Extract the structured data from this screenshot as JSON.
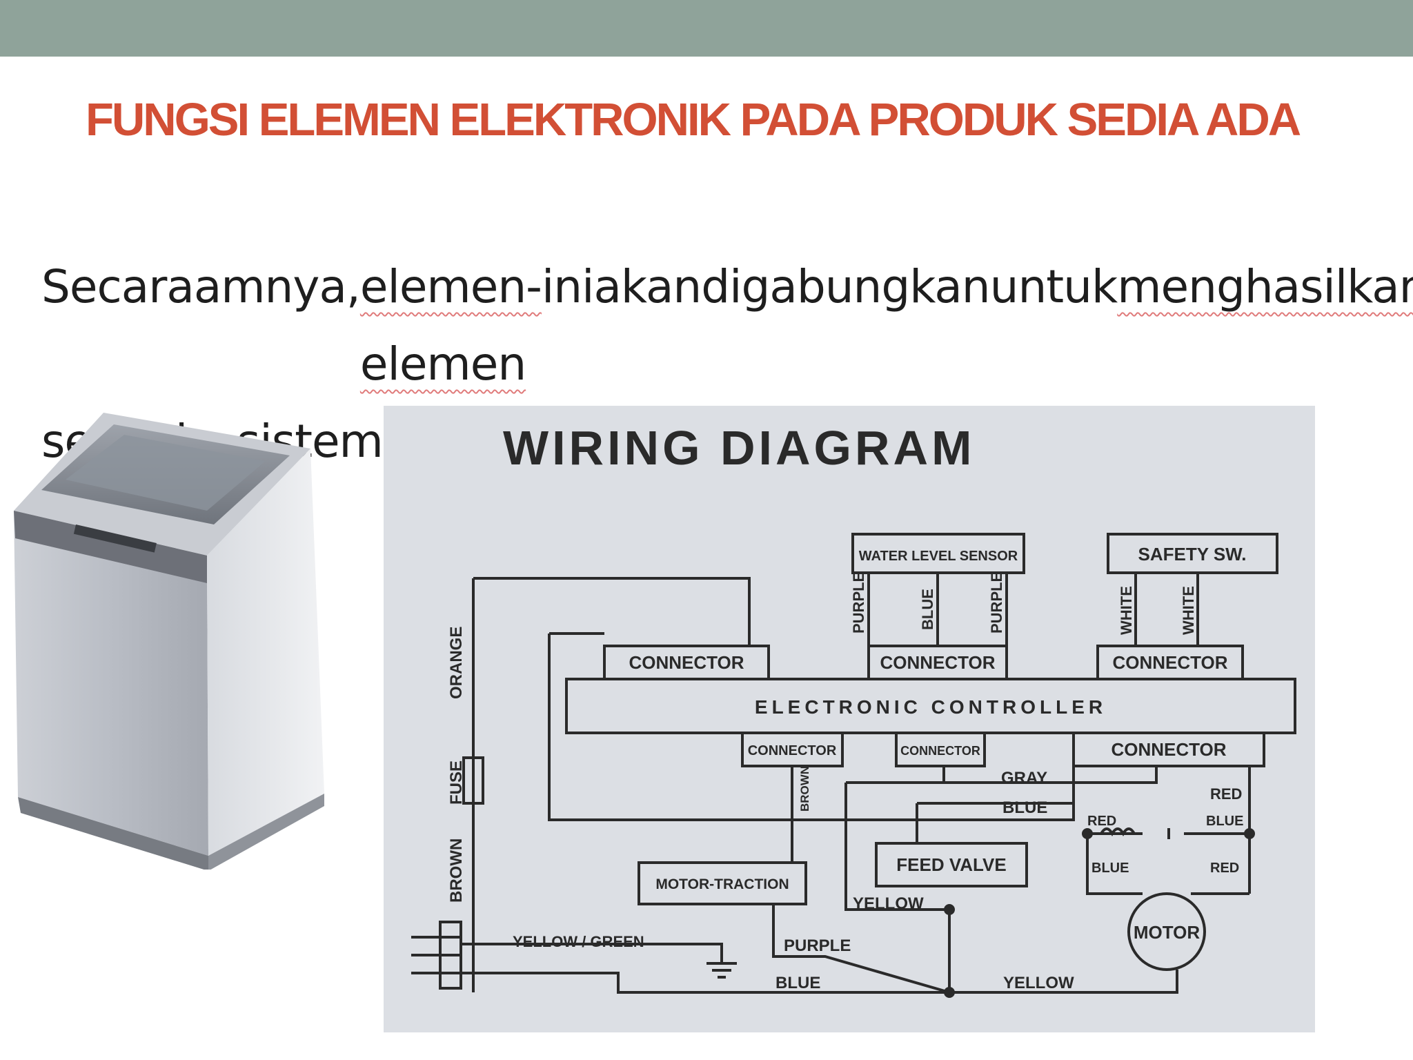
{
  "slide": {
    "title": "FUNGSI ELEMEN ELEKTRONIK PADA PRODUK SEDIA ADA",
    "body": {
      "line1_words": [
        "Secara",
        "amnya,",
        "elemen-elemen",
        "ini",
        "akan",
        "digabungkan",
        "untuk",
        "menghasilkan"
      ],
      "line2": "sebuah sistem asas mekatronik"
    }
  },
  "washer": {
    "icon": "washing-machine-icon"
  },
  "diagram": {
    "title": "WIRING DIAGRAM",
    "controller": "ELECTRONIC CONTROLLER",
    "connector": "CONNECTOR",
    "water_level_sensor": "WATER LEVEL SENSOR",
    "safety_switch": "SAFETY SW.",
    "feed_valve": "FEED VALVE",
    "motor_traction": "MOTOR-TRACTION",
    "motor": "MOTOR",
    "wires": {
      "orange": "ORANGE",
      "fuse": "FUSE",
      "brown": "BROWN",
      "purple": "PURPLE",
      "blue": "BLUE",
      "white": "WHITE",
      "gray": "GRAY",
      "red": "RED",
      "yellow": "YELLOW",
      "yellow_green": "YELLOW / GREEN"
    },
    "colors": {
      "line": "#2a2a2a",
      "panel": "#dcdfe4"
    }
  }
}
